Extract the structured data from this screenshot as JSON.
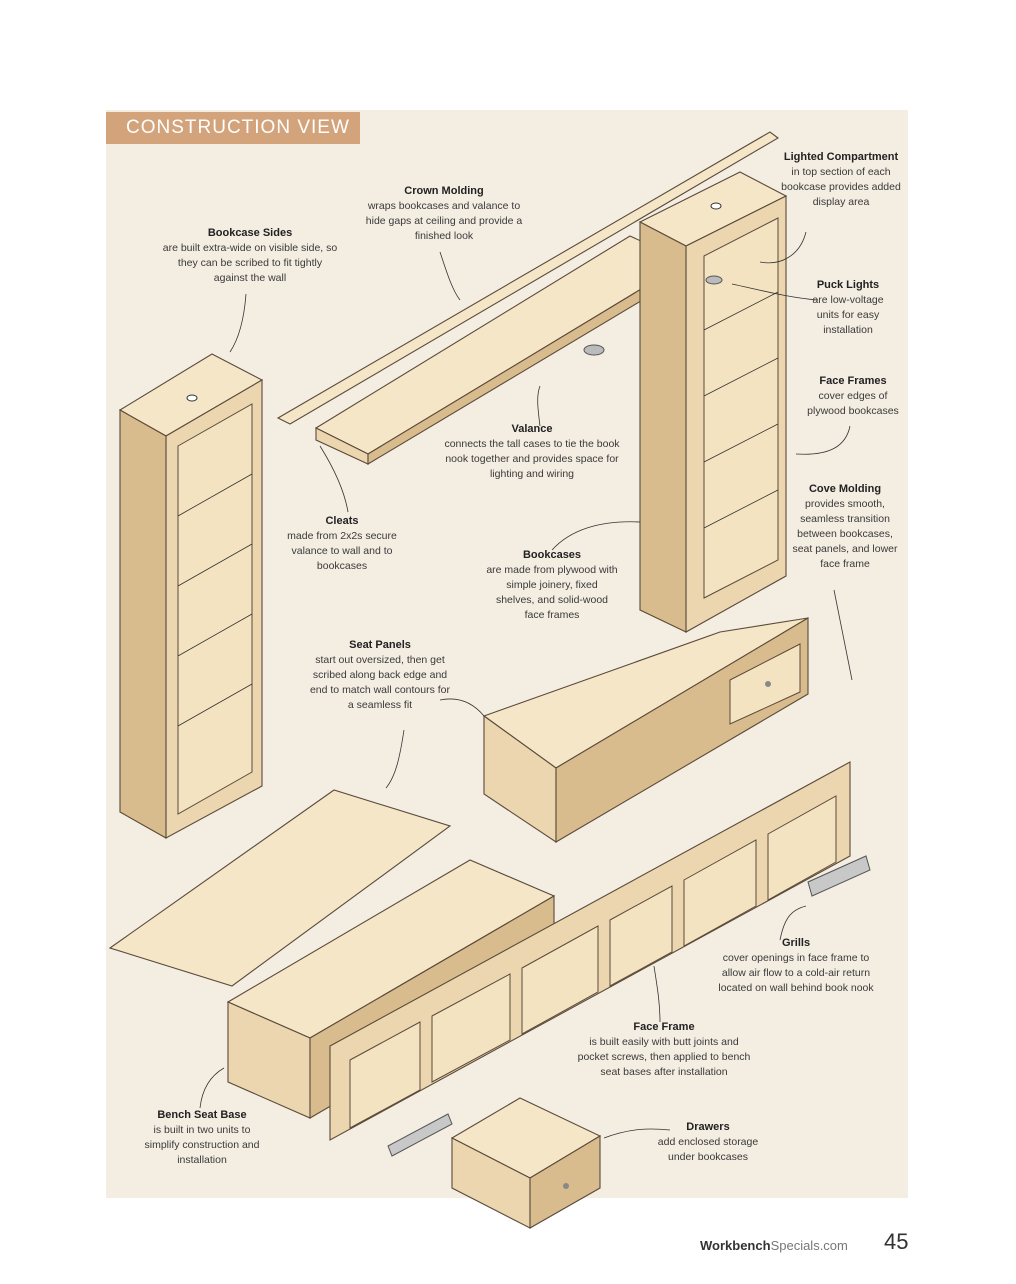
{
  "header": {
    "title": "CONSTRUCTION VIEW"
  },
  "callouts": {
    "bookcase_sides": {
      "title": "Bookcase Sides",
      "text": "are built extra-wide on visible side, so they can be scribed to fit tightly against the wall"
    },
    "crown_molding": {
      "title": "Crown Molding",
      "text": "wraps bookcases and valance to hide gaps at ceiling and provide a finished look"
    },
    "lighted_compartment": {
      "title": "Lighted Compartment",
      "text": "in top section of each bookcase provides added display area"
    },
    "puck_lights": {
      "title": "Puck Lights",
      "text": "are low-voltage units for easy installation"
    },
    "face_frames": {
      "title": "Face Frames",
      "text": "cover edges of plywood bookcases"
    },
    "valance": {
      "title": "Valance",
      "text": "connects the tall cases to tie the book nook together and provides space for lighting and wiring"
    },
    "cleats": {
      "title": "Cleats",
      "text": "made from 2x2s secure valance to wall and to bookcases"
    },
    "bookcases": {
      "title": "Bookcases",
      "text": "are made from plywood with simple joinery, fixed shelves, and solid-wood face frames"
    },
    "cove_molding": {
      "title": "Cove Molding",
      "text": "provides smooth, seamless transition between bookcases, seat panels, and lower face frame"
    },
    "seat_panels": {
      "title": "Seat Panels",
      "text": "start out oversized, then get scribed along back edge and end to match wall contours for a seamless fit"
    },
    "grills": {
      "title": "Grills",
      "text": "cover openings in face frame to allow air flow to a cold-air return located on wall behind book nook"
    },
    "face_frame": {
      "title": "Face Frame",
      "text": "is built easily with butt joints and pocket screws, then applied to bench seat bases after installation"
    },
    "bench_seat_base": {
      "title": "Bench Seat Base",
      "text": "is built in two units to simplify construction and installation"
    },
    "drawers": {
      "title": "Drawers",
      "text": "add enclosed storage under bookcases"
    }
  },
  "footer": {
    "brand": "Workbench",
    "site": "Specials.com",
    "page_number": "45"
  }
}
